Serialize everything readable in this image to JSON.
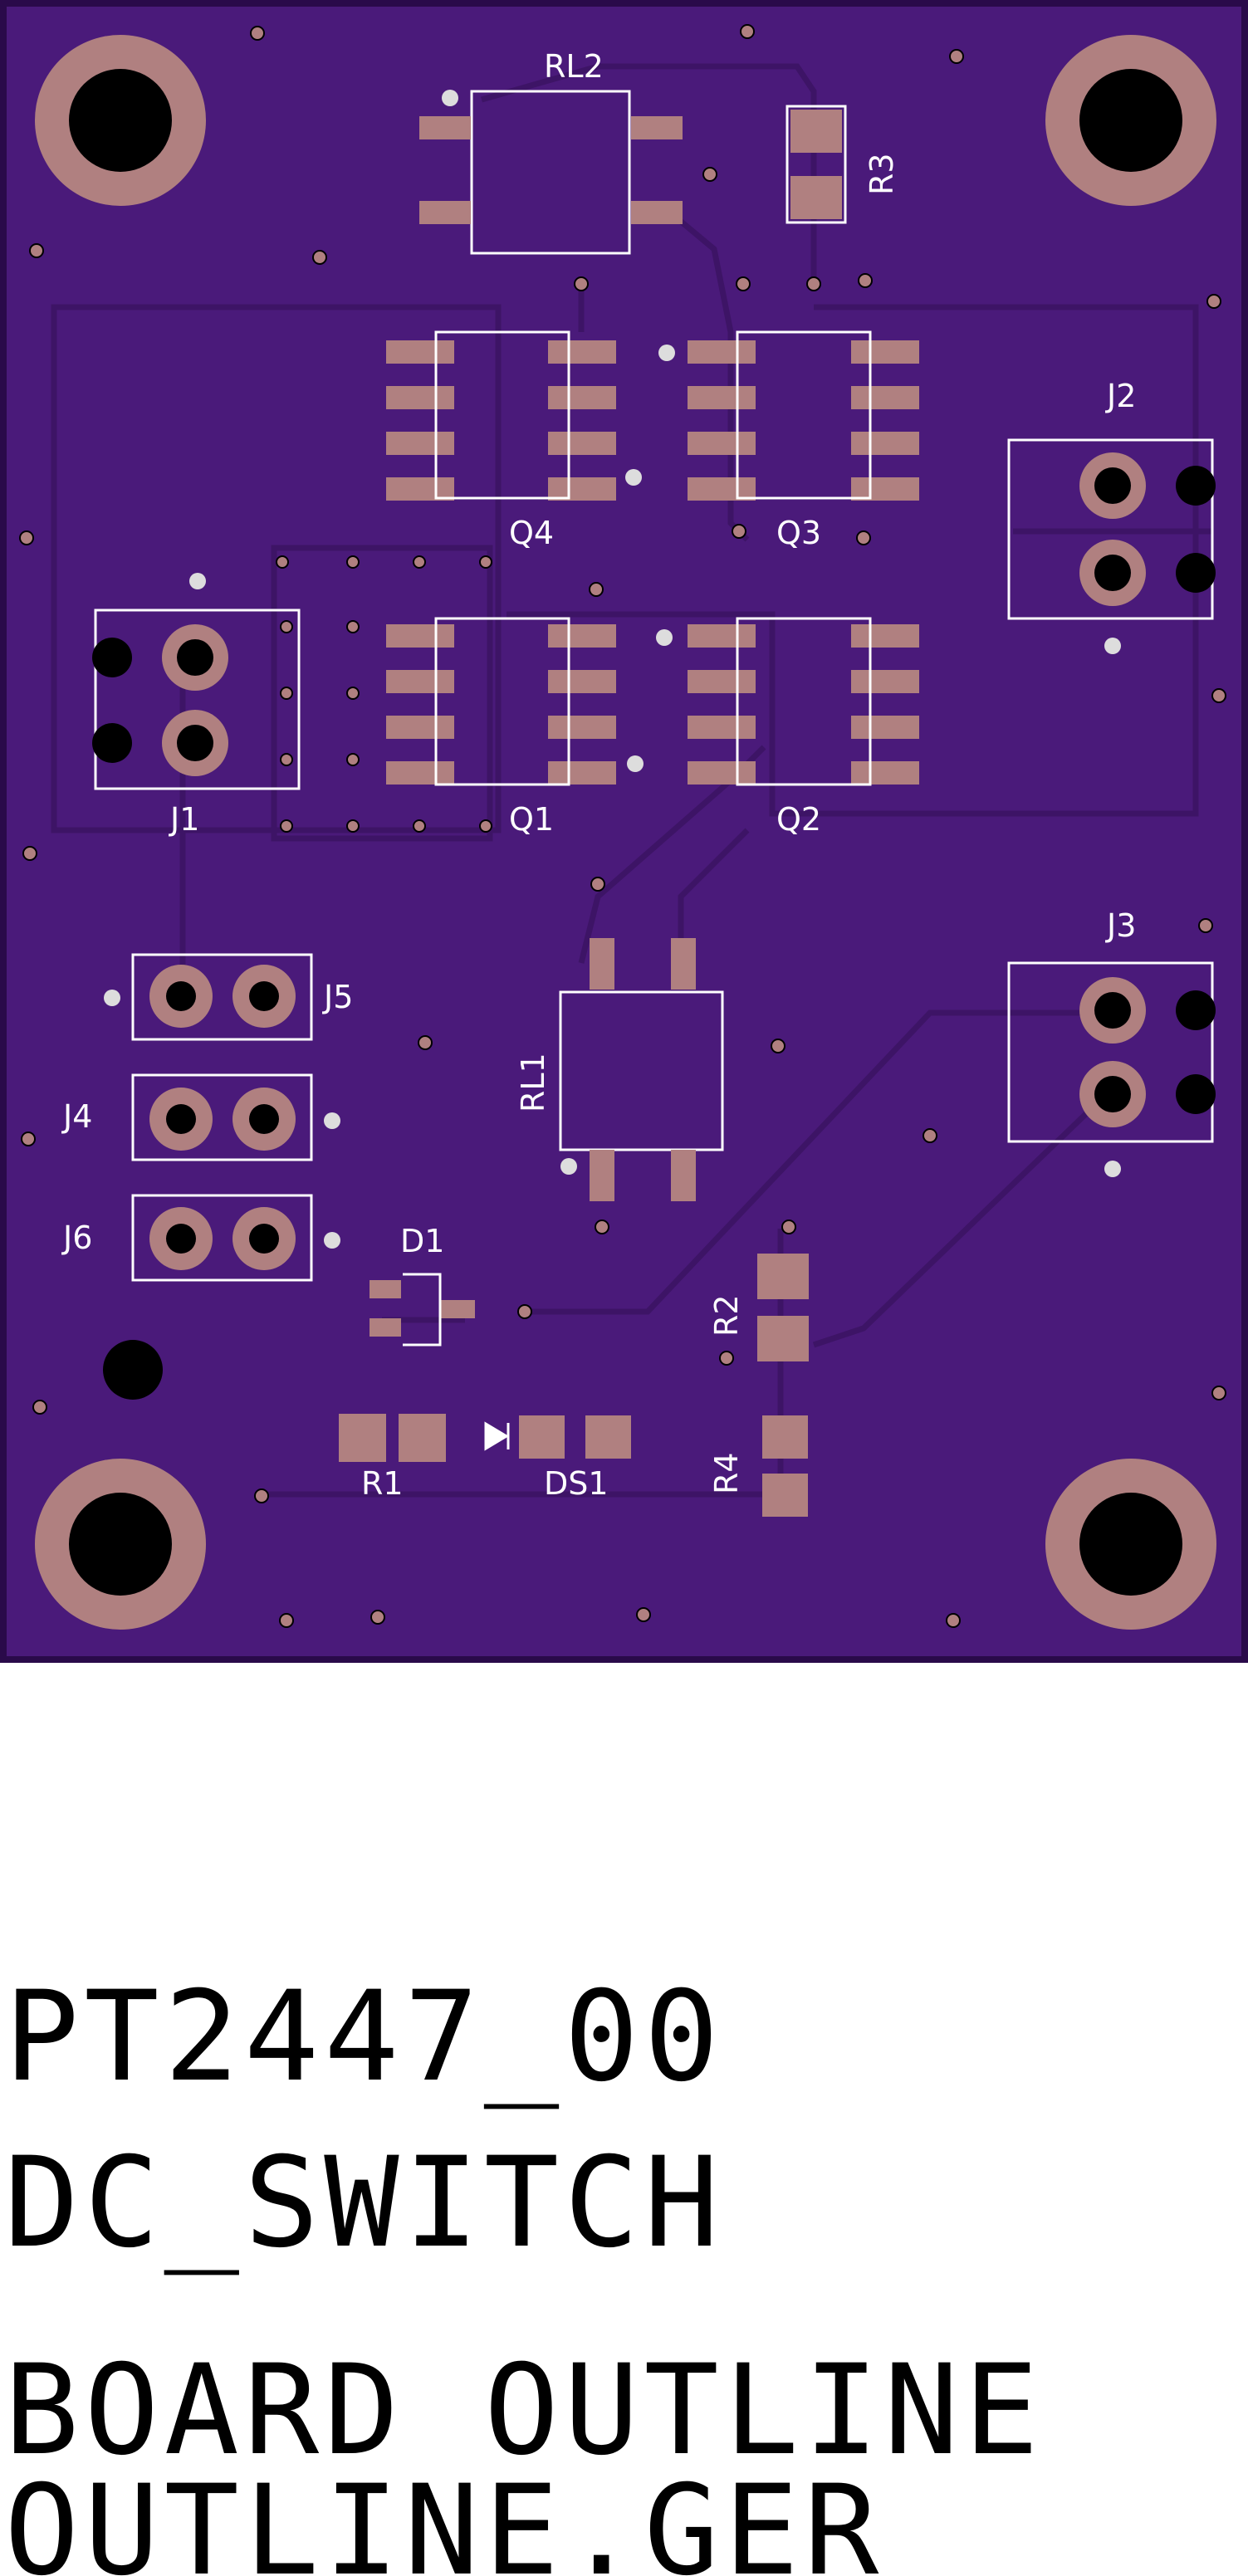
{
  "colors": {
    "board": "#4a1a7a",
    "board_edge": "#2a0a4a",
    "copper_pad": "#b08080",
    "silkscreen": "#ffffff",
    "trace": "#3d1466",
    "drill": "#000000",
    "text_fill": "#3c0f5a"
  },
  "refdes": {
    "rl2": "RL2",
    "r3": "R3",
    "j2": "J2",
    "q4": "Q4",
    "q3": "Q3",
    "j1": "J1",
    "q1": "Q1",
    "q2": "Q2",
    "j3": "J3",
    "j5": "J5",
    "j4": "J4",
    "rl1": "RL1",
    "j6": "J6",
    "d1": "D1",
    "r2": "R2",
    "r1": "R1",
    "ds1": "DS1",
    "r4": "R4"
  },
  "fab_notes": {
    "line1": "PT2447_00",
    "line2": "DC_SWITCH",
    "line3": "BOARD OUTLINE",
    "line4": "OUTLINE.GER"
  }
}
